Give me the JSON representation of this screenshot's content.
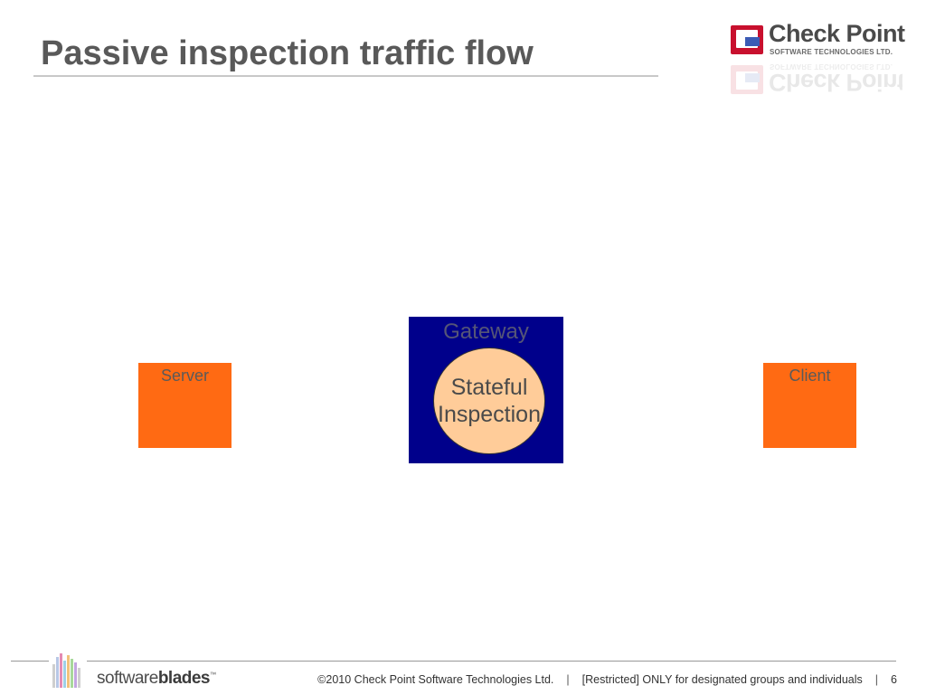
{
  "slide": {
    "title": "Passive inspection traffic flow"
  },
  "logo": {
    "name": "Check Point",
    "tagline": "SOFTWARE TECHNOLOGIES LTD.",
    "icon": "check-point-logo-icon",
    "brand_color": "#c8102e"
  },
  "diagram": {
    "server_label": "Server",
    "client_label": "Client",
    "gateway_label": "Gateway",
    "inspection_line1": "Stateful",
    "inspection_line2": "Inspection",
    "colors": {
      "endpoint": "#ff6a13",
      "gateway": "#00008b",
      "inspection": "#ffcc99"
    }
  },
  "footer": {
    "brand_prefix": "software",
    "brand_bold": "blades",
    "brand_tm": "™",
    "copyright": "©2010 Check Point Software Technologies Ltd.",
    "separator": "|",
    "classification": "[Restricted] ONLY for designated groups and individuals",
    "page_number": "6"
  }
}
